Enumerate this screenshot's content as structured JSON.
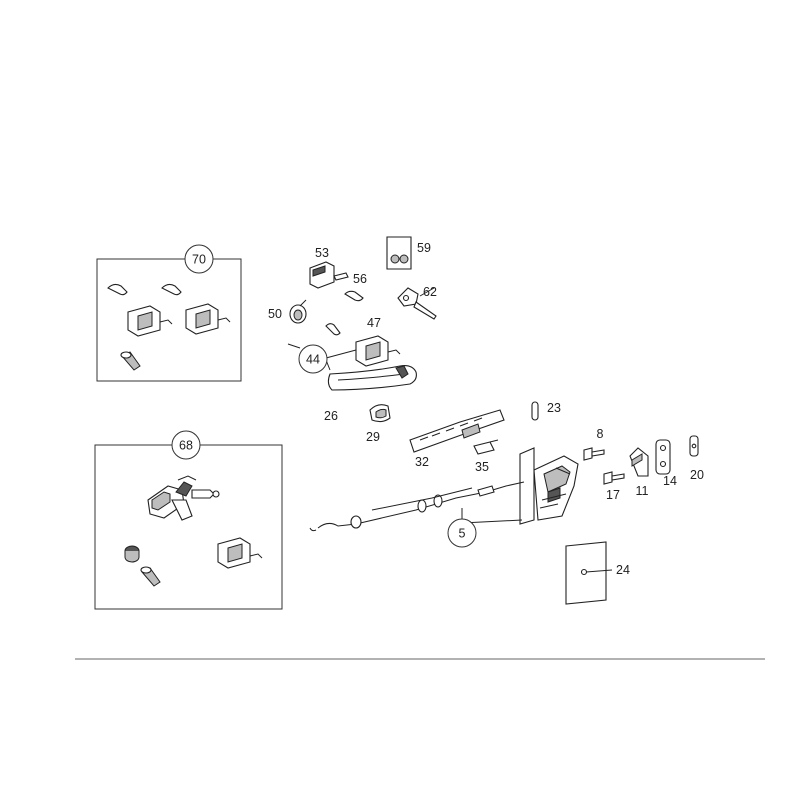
{
  "callouts": {
    "p70": "70",
    "p68": "68",
    "p53": "53",
    "p59": "59",
    "p56": "56",
    "p62": "62",
    "p50": "50",
    "p47": "47",
    "p44": "44",
    "p26": "26",
    "p29": "29",
    "p23": "23",
    "p8": "8",
    "p32": "32",
    "p35": "35",
    "p17": "17",
    "p11": "11",
    "p14": "14",
    "p20": "20",
    "p5": "5",
    "p24": "24"
  }
}
